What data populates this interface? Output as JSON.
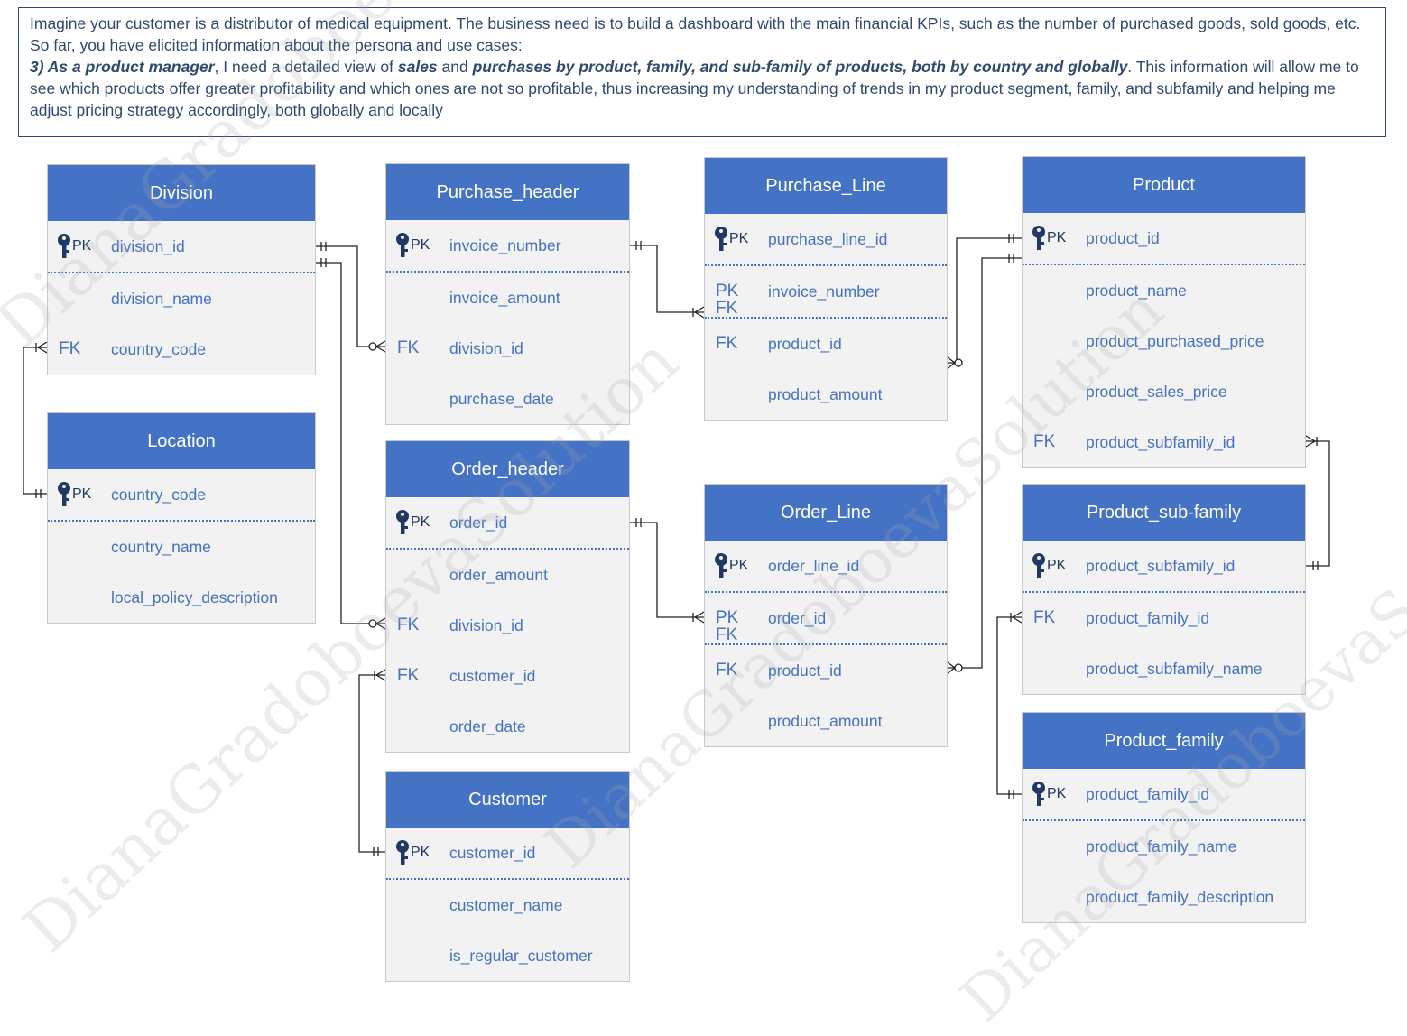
{
  "intro": {
    "line1": "Imagine your customer is a distributor of medical equipment. The business need is to build a dashboard with the main financial KPIs, such as the number of purchased goods, sold goods, etc. So far, you have elicited information about the persona and use cases:",
    "hl1": "3) As a product manager",
    "t1": ", I need a detailed view of ",
    "hl2": "sales",
    "t2": " and ",
    "hl3": "purchases by product, family, and sub-family of products, both by country and globally",
    "t3": ". This information will allow me to see which products offer greater profitability and which ones are not so profitable, thus increasing my understanding of trends in my product segment, family, and subfamily and helping me adjust pricing strategy accordingly, both globally and locally"
  },
  "watermark": "DianaGradoboevaSolution",
  "entities": {
    "division": {
      "title": "Division",
      "rows": [
        {
          "key": "PK",
          "name": "division_id"
        },
        {
          "key": "",
          "name": "division_name"
        },
        {
          "key": "FK",
          "name": "country_code"
        }
      ]
    },
    "location": {
      "title": "Location",
      "rows": [
        {
          "key": "PK",
          "name": "country_code"
        },
        {
          "key": "",
          "name": "country_name"
        },
        {
          "key": "",
          "name": "local_policy_description"
        }
      ]
    },
    "purchase_header": {
      "title": "Purchase_header",
      "rows": [
        {
          "key": "PK",
          "name": "invoice_number"
        },
        {
          "key": "",
          "name": "invoice_amount"
        },
        {
          "key": "FK",
          "name": "division_id"
        },
        {
          "key": "",
          "name": "purchase_date"
        }
      ]
    },
    "order_header": {
      "title": "Order_header",
      "rows": [
        {
          "key": "PK",
          "name": "order_id"
        },
        {
          "key": "",
          "name": "order_amount"
        },
        {
          "key": "FK",
          "name": "division_id"
        },
        {
          "key": "FK",
          "name": "customer_id"
        },
        {
          "key": "",
          "name": "order_date"
        }
      ]
    },
    "customer": {
      "title": "Customer",
      "rows": [
        {
          "key": "PK",
          "name": "customer_id"
        },
        {
          "key": "",
          "name": "customer_name"
        },
        {
          "key": "",
          "name": "is_regular_customer"
        }
      ]
    },
    "purchase_line": {
      "title": "Purchase_Line",
      "rows": [
        {
          "key": "PK",
          "name": "purchase_line_id"
        },
        {
          "key": "PK",
          "key2": "FK",
          "name": "invoice_number"
        },
        {
          "key": "FK",
          "name": "product_id"
        },
        {
          "key": "",
          "name": "product_amount"
        }
      ]
    },
    "order_line": {
      "title": "Order_Line",
      "rows": [
        {
          "key": "PK",
          "name": "order_line_id"
        },
        {
          "key": "PK",
          "key2": "FK",
          "name": "order_id"
        },
        {
          "key": "FK",
          "name": "product_id"
        },
        {
          "key": "",
          "name": "product_amount"
        }
      ]
    },
    "product": {
      "title": "Product",
      "rows": [
        {
          "key": "PK",
          "name": "product_id"
        },
        {
          "key": "",
          "name": "product_name"
        },
        {
          "key": "",
          "name": "product_purchased_price"
        },
        {
          "key": "",
          "name": "product_sales_price"
        },
        {
          "key": "FK",
          "name": "product_subfamily_id"
        }
      ]
    },
    "product_sub_family": {
      "title": "Product_sub-family",
      "rows": [
        {
          "key": "PK",
          "name": "product_subfamily_id"
        },
        {
          "key": "FK",
          "name": "product_family_id"
        },
        {
          "key": "",
          "name": "product_subfamily_name"
        }
      ]
    },
    "product_family": {
      "title": "Product_family",
      "rows": [
        {
          "key": "PK",
          "name": "product_family_id"
        },
        {
          "key": "",
          "name": "product_family_name"
        },
        {
          "key": "",
          "name": "product_family_description"
        }
      ]
    }
  },
  "colors": {
    "header": "#4472c4",
    "text": "#4472c4",
    "body": "#f2f2f2",
    "key_icon": "#1f3864"
  }
}
